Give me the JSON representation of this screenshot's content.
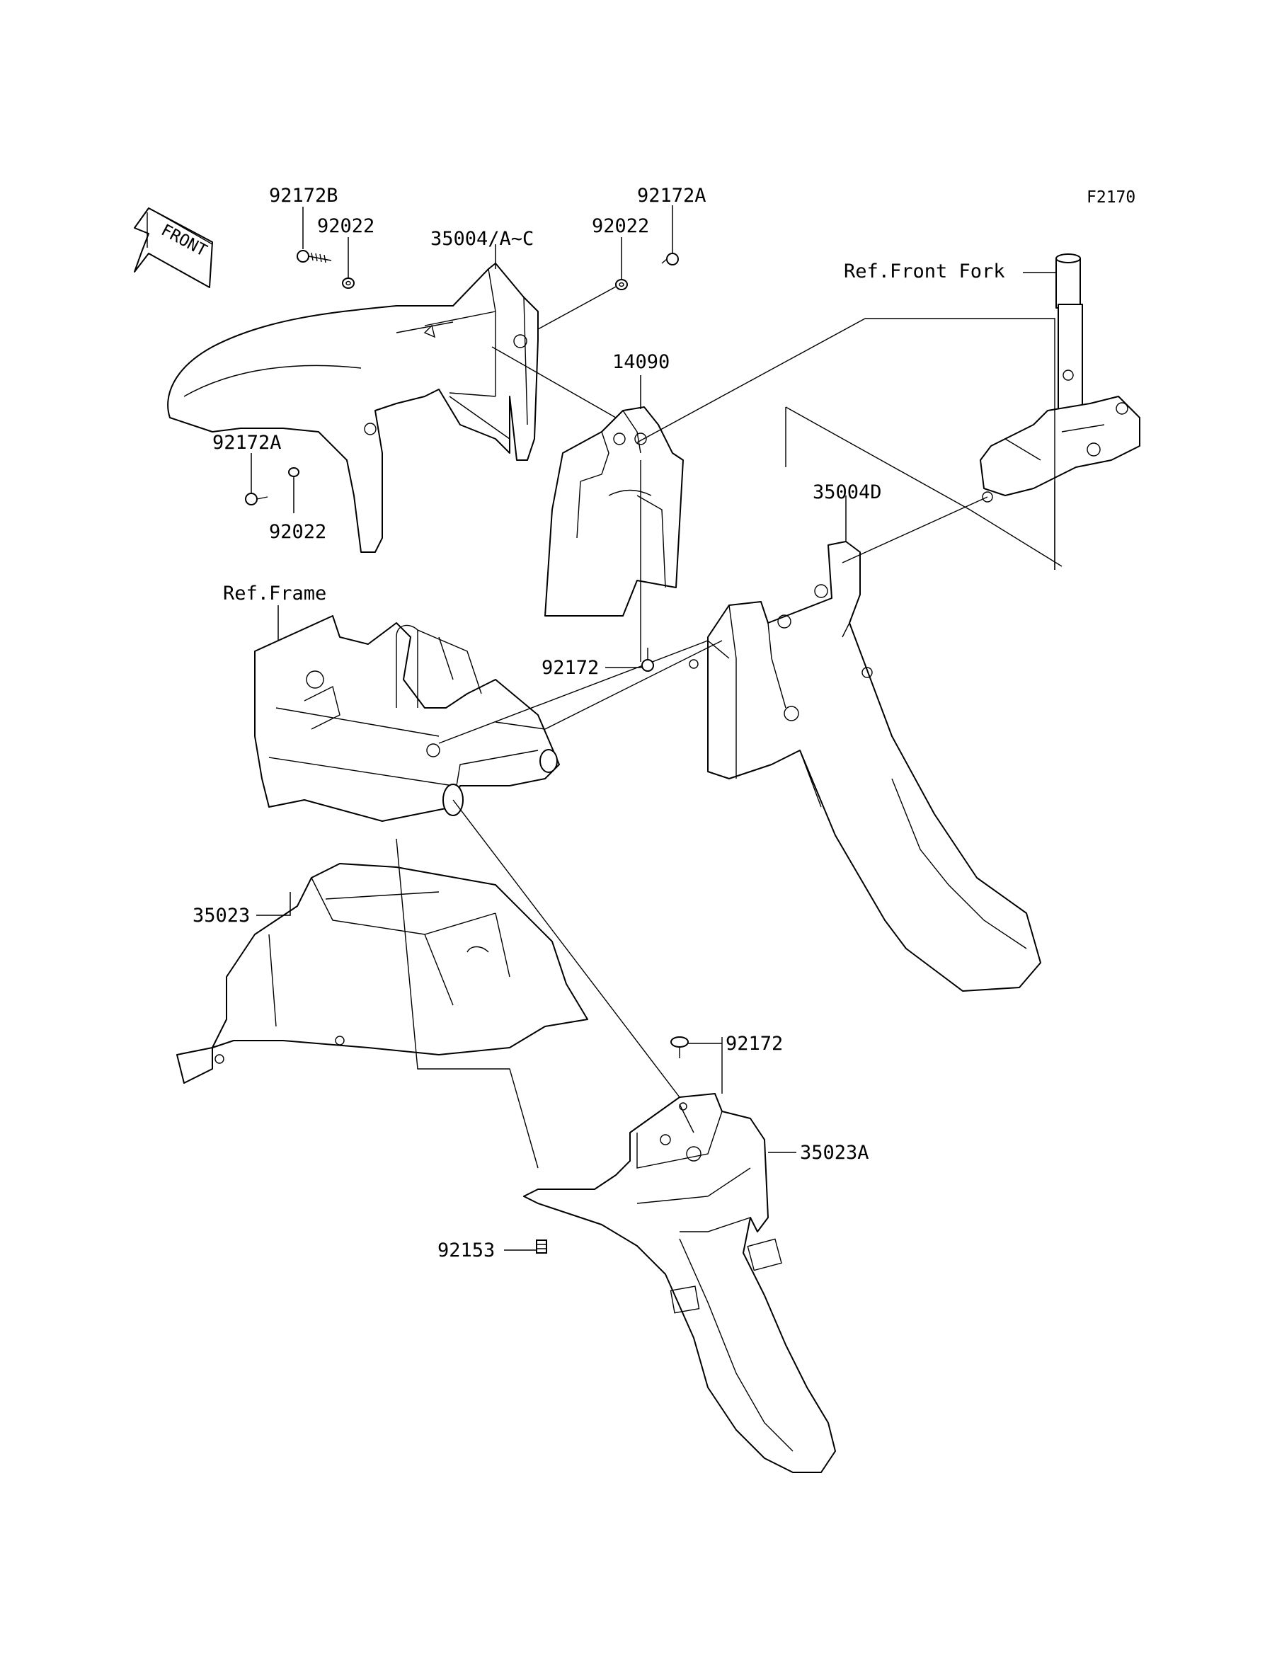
{
  "figure_code": "F2170",
  "front_arrow_label": "FRONT",
  "labels": {
    "p92172B": "92172B",
    "p92022_top_left": "92022",
    "p35004_AC": "35004/A~C",
    "p92022_top_right": "92022",
    "p92172A_top": "92172A",
    "ref_front_fork": "Ref.Front Fork",
    "p14090": "14090",
    "p92172A_left": "92172A",
    "p92022_left": "92022",
    "p35004D": "35004D",
    "ref_frame": "Ref.Frame",
    "p92172_mid": "92172",
    "p35023": "35023",
    "p92172_low": "92172",
    "p35023A": "35023A",
    "p92153": "92153"
  },
  "colors": {
    "line": "#000000",
    "background": "#ffffff"
  }
}
